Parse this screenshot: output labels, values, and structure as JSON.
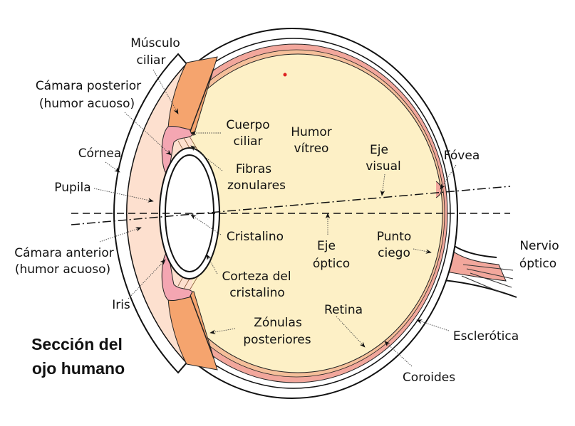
{
  "title": [
    "Sección del",
    "ojo humano"
  ],
  "labels": {
    "musculo_ciliar": [
      "Músculo",
      "ciliar"
    ],
    "camara_posterior": [
      "Cámara posterior",
      "(humor acuoso)"
    ],
    "cornea": [
      "Córnea"
    ],
    "pupila": [
      "Pupila"
    ],
    "camara_anterior": [
      "Cámara anterior",
      "(humor acuoso)"
    ],
    "iris": [
      "Iris"
    ],
    "cuerpo_ciliar": [
      "Cuerpo",
      "ciliar"
    ],
    "fibras_zonulares": [
      "Fibras",
      "zonulares"
    ],
    "humor_vitreo": [
      "Humor",
      "vítreo"
    ],
    "eje_visual": [
      "Eje",
      "visual"
    ],
    "fovea": [
      "Fóvea"
    ],
    "cristalino": [
      "Cristalino"
    ],
    "eje_optico": [
      "Eje",
      "óptico"
    ],
    "punto_ciego": [
      "Punto",
      "ciego"
    ],
    "nervio_optico": [
      "Nervio",
      "óptico"
    ],
    "corteza_cristalino": [
      "Corteza del",
      "cristalino"
    ],
    "retina": [
      "Retina"
    ],
    "zonulas_posteriores": [
      "Zónulas",
      "posteriores"
    ],
    "esclerotica": [
      "Esclerótica"
    ],
    "coroides": [
      "Coroides"
    ]
  },
  "colors": {
    "vitreous": "#fdf0c6",
    "anterior_chamber": "#fde0cf",
    "choroid": "#f2a79c",
    "ciliary": "#f5a46e",
    "iris": "#f4a6b2"
  }
}
